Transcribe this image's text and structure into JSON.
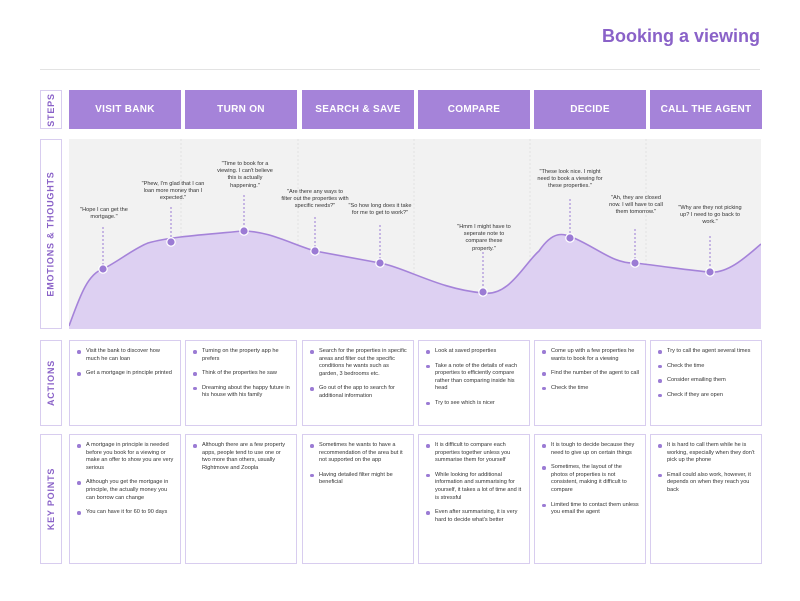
{
  "title": "Booking a viewing",
  "row_labels": {
    "steps": "STEPS",
    "emotions": "EMOTIONS & THOUGHTS",
    "actions": "ACTIONS",
    "key_points": "KEY POINTS"
  },
  "steps": [
    "VISIT BANK",
    "TURN ON",
    "SEARCH & SAVE",
    "COMPARE",
    "DECIDE",
    "CALL THE AGENT"
  ],
  "quotes": [
    "\"Hope I can get the mortgage.\"",
    "\"Phew, I'm glad that I can loan more money than I expected.\"",
    "\"Time to book for a viewing. I can't believe this is actually happening.\"",
    "\"Are there any ways to filter out the properties with specific needs?\"",
    "\"So how long does it take for me to get to work?\"",
    "\"Hmm I might have to seperate note to compare these property.\"",
    "\"These look nice. I might need to book a viewing for these properties.\"",
    "\"Ah, they are closed now. I will have to call them tomorrow.\"",
    "\"Why are they not picking up? I need to go back to work.\""
  ],
  "actions": [
    [
      "Visit the bank to discover how much he can loan",
      "Get a mortgage in principle printed"
    ],
    [
      "Turning on the property app he prefers",
      "Think of the properties he saw",
      "Dreaming about the happy future in his house with his family"
    ],
    [
      "Search for the properties in specific areas and filter out the specific conditions he wants such as garden, 3 bedrooms etc.",
      "Go out of the app to search for additional information"
    ],
    [
      "Look at saved properties",
      "Take a note of the details of each properties to efficiently compare rather than comparing inside his head",
      "Try to see which is nicer"
    ],
    [
      "Come up with a few properties he wants to book for a viewing",
      "Find the number of the agent to call",
      "Check the time"
    ],
    [
      "Try to call the agent several times",
      "Check the time",
      "Consider emailing them",
      "Check if they are open"
    ]
  ],
  "key_points": [
    [
      "A mortgage in principle is needed before you book for a viewing or make an offer to show you are very serious",
      "Although you get the mortgage in principle, the actually money you can borrow can change",
      "You can have it for 60 to 90 days"
    ],
    [
      "Although there are a few property apps, people tend to use one or two more than others, usually Rightmove and Zoopla"
    ],
    [
      "Sometimes he wants to have a recommendation of the area but it not supported on the app",
      "Having detailed filter might be beneficial"
    ],
    [
      "It is difficult to compare each properties together unless you summarise them for yourself",
      "While looking for additional information and summarising for yourself, it takes a lot of time and it is stressful",
      "Even after summarising, it is very hard to decide what's better"
    ],
    [
      "It is tough to decide because they need to give up on certain things",
      "Sometimes, the layout of the photos of properties is not consistent, making it difficult to compare",
      "Limited time to contact them unless you email the agent"
    ],
    [
      "It is hard to call them while he is working, especially when they don't pick up the phone",
      "Email could also work, however, it depends on when they reach you back"
    ]
  ],
  "colors": {
    "accent": "#a583d9",
    "title": "#8a62c8",
    "curve_fill": "#ddd0f2",
    "curve_stroke": "#a583d9",
    "point": "#9b7bd4",
    "emotion_bg": "#f2f2f2",
    "border": "#d8cdef"
  }
}
